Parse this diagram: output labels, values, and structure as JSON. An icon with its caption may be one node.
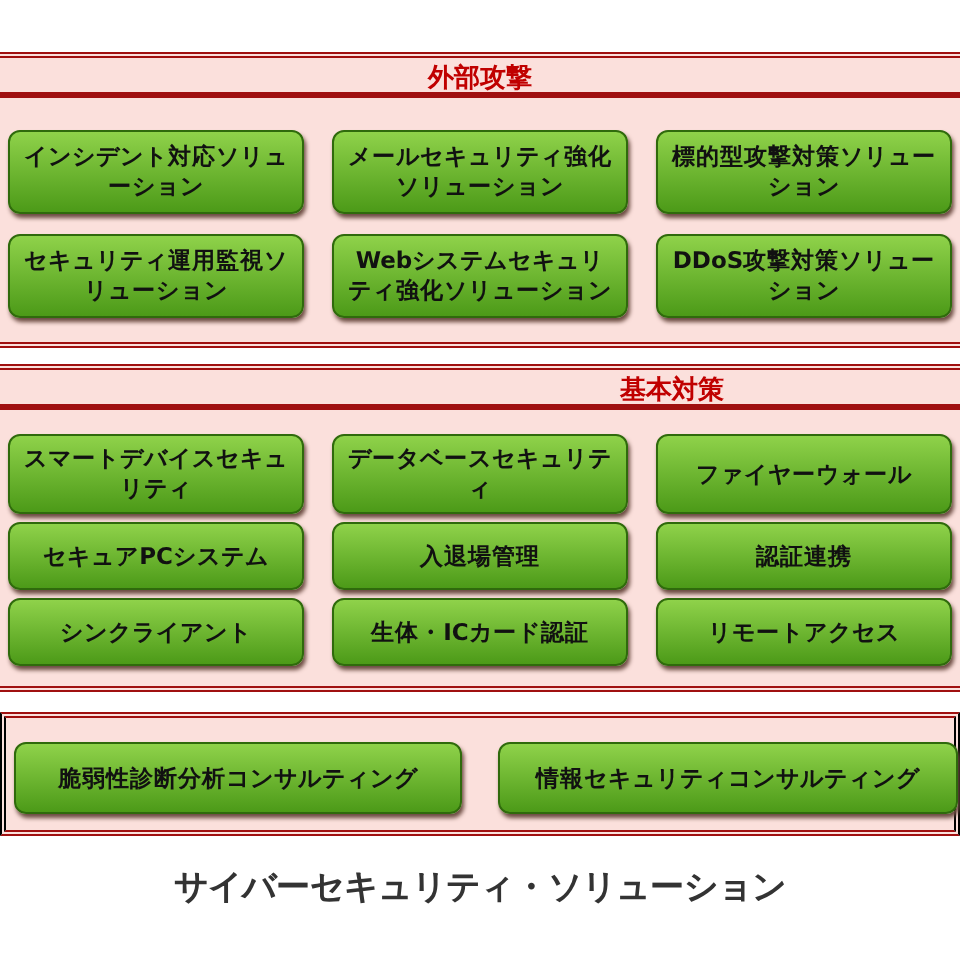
{
  "diagram": {
    "caption": "サイバーセキュリティ・ソリューション",
    "nodes": [
      {
        "text": [
          "外部攻撃"
        ]
      },
      {
        "text": [
          "インシデント対応ソリューション"
        ],
        "in": 0
      },
      {
        "text": [
          "メールセキュリティ強化ソリューション"
        ],
        "in": 0
      },
      {
        "text": [
          "標的型攻撃対策ソリューション"
        ],
        "in": 0
      },
      {
        "text": [
          "セキュリティ運用監視ソリューション"
        ],
        "in": 0
      },
      {
        "text": [
          "Webシステムセキュリティ強化ソリューション"
        ],
        "in": 0
      },
      {
        "text": [
          "DDoS攻撃対策ソリューション"
        ],
        "in": 0
      },
      {
        "text": [
          "基本対策"
        ]
      },
      {
        "text": [
          "スマートデバイスセキュリティ"
        ],
        "in": 7
      },
      {
        "text": [
          "データベースセキュリティ"
        ],
        "in": 7
      },
      {
        "text": [
          "ファイヤーウォール"
        ],
        "in": 7
      },
      {
        "text": [
          "セキュアPCシステム"
        ],
        "in": 7
      },
      {
        "text": [
          "入退場管理"
        ],
        "in": 7
      },
      {
        "text": [
          "認証連携"
        ],
        "in": 7
      },
      {
        "text": [
          "シンクライアント"
        ],
        "in": 7
      },
      {
        "text": [
          "生体・ICカード認証"
        ],
        "in": 7
      },
      {
        "text": [
          "リモートアクセス"
        ],
        "in": 7
      },
      {
        "text": [],
        "shape": "box"
      },
      {
        "text": [
          "脆弱性診断分析コンサルティング"
        ],
        "in": 17
      },
      {
        "text": [
          "情報セキュリティコンサルティング"
        ],
        "in": 17
      }
    ]
  }
}
